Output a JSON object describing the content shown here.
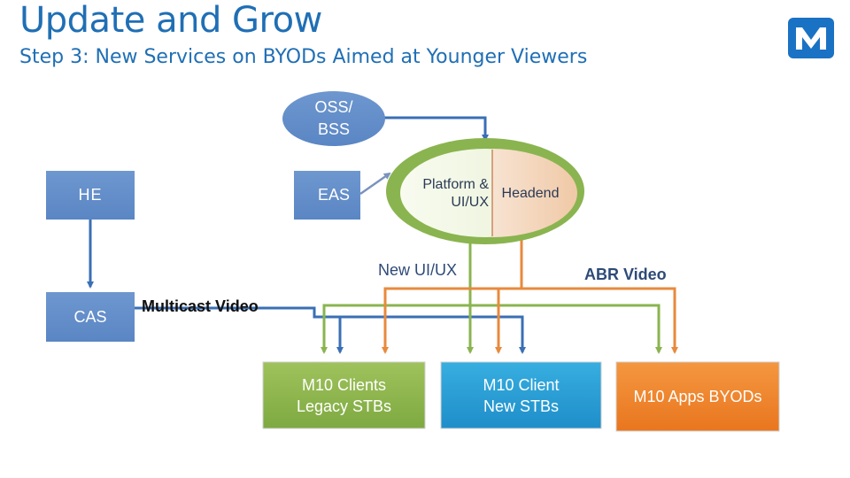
{
  "header": {
    "title": "Update and Grow",
    "subtitle": "Step 3: New Services on BYODs Aimed at Younger Viewers",
    "logo_icon": "m-logo-icon"
  },
  "nodes": {
    "oss_bss": "OSS/\nBSS",
    "he": "HE",
    "eas": "EAS",
    "cas": "CAS",
    "platform": "Platform &\nUI/UX",
    "headend": "Headend",
    "m10_legacy": "M10 Clients\nLegacy STBs",
    "m10_new": "M10 Client\nNew  STBs",
    "m10_byod": "M10 Apps BYODs"
  },
  "flows": {
    "new_uiux": "New UI/UX",
    "abr_video": "ABR Video",
    "multicast_video": "Multicast Video"
  },
  "colors": {
    "blue": "#3a6fb5",
    "green": "#8ab44f",
    "orange": "#e88a3c",
    "title": "#1f6fb5"
  }
}
